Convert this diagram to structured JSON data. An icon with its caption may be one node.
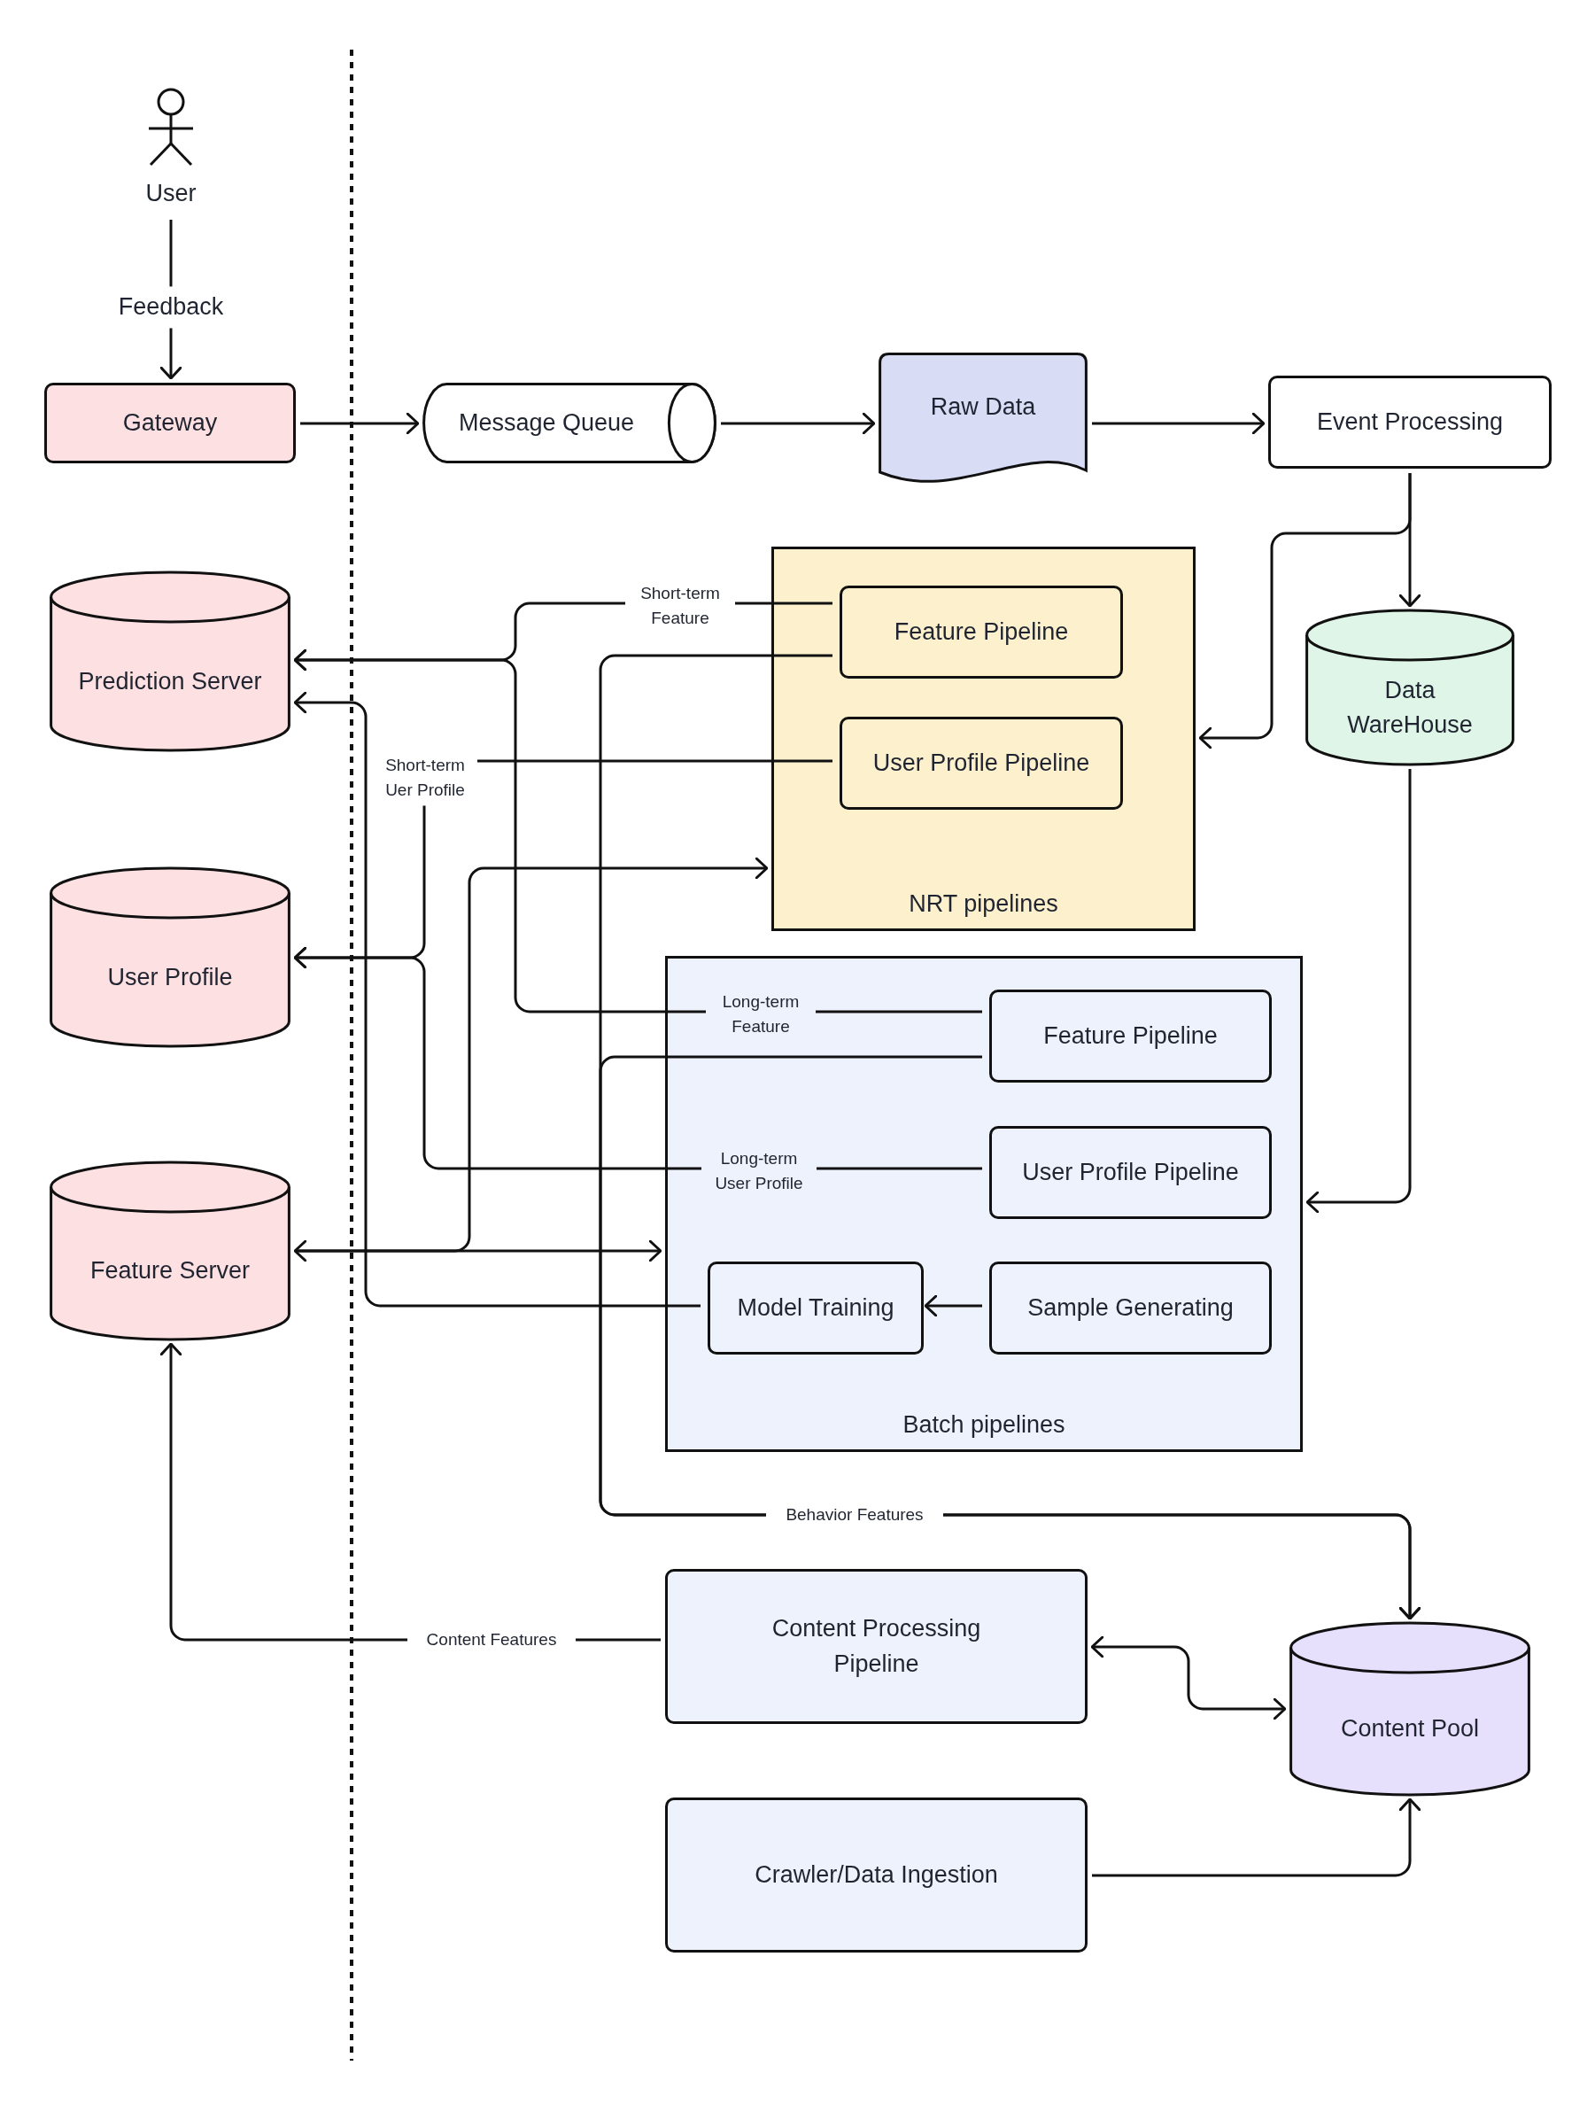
{
  "diagram": {
    "nodes": [
      {
        "text": [
          "User"
        ]
      },
      {
        "text": [
          "Gateway"
        ]
      },
      {
        "text": [
          "Message Queue"
        ]
      },
      {
        "text": [
          "Raw Data"
        ]
      },
      {
        "text": [
          "Event Processing"
        ]
      },
      {
        "text": [
          "NRT pipelines"
        ]
      },
      {
        "text": [
          "Feature Pipeline"
        ],
        "in": 5
      },
      {
        "text": [
          "User Profile Pipeline"
        ],
        "in": 5
      },
      {
        "text": [
          "Data WareHouse"
        ]
      },
      {
        "text": [
          "Prediction Server"
        ]
      },
      {
        "text": [
          "User Profile"
        ]
      },
      {
        "text": [
          "Batch pipelines"
        ]
      },
      {
        "text": [
          "Feature Pipeline"
        ],
        "in": 11
      },
      {
        "text": [
          "User Profile Pipeline"
        ],
        "in": 11
      },
      {
        "text": [
          "Model Training"
        ],
        "in": 11
      },
      {
        "text": [
          "Sample Generating"
        ],
        "in": 11
      },
      {
        "text": [
          "Feature Server"
        ]
      },
      {
        "text": [
          "Content Processing Pipeline"
        ]
      },
      {
        "text": [
          "Content Pool"
        ]
      },
      {
        "text": [
          "Crawler/Data Ingestion"
        ]
      }
    ],
    "edges": [
      {
        "from": 0,
        "to": 1,
        "arrow": "to",
        "label": "Feedback"
      },
      {
        "from": 1,
        "to": 2,
        "arrow": "to"
      },
      {
        "from": 2,
        "to": 3,
        "arrow": "to"
      },
      {
        "from": 3,
        "to": 4,
        "arrow": "to"
      },
      {
        "from": 4,
        "to": 8,
        "arrow": "to"
      },
      {
        "from": 4,
        "to": 5,
        "arrow": "to"
      },
      {
        "from": 8,
        "to": 11,
        "arrow": "to"
      },
      {
        "from": 6,
        "to": 9,
        "arrow": "to",
        "label": "Short-term Feature"
      },
      {
        "from": 12,
        "to": 9,
        "arrow": "to",
        "label": "Long-term Feature"
      },
      {
        "from": 6,
        "to": 18,
        "arrow": "to",
        "label": "Behavior Features"
      },
      {
        "from": 12,
        "to": 18,
        "arrow": "to"
      },
      {
        "from": 7,
        "to": 10,
        "arrow": "to",
        "label": "Short-term Uer Profile"
      },
      {
        "from": 13,
        "to": 10,
        "arrow": "to",
        "label": "Long-term User Profile"
      },
      {
        "from": 16,
        "to": 11,
        "arrow": "both"
      },
      {
        "from": 16,
        "to": 5,
        "arrow": "to"
      },
      {
        "from": 14,
        "to": 9,
        "arrow": "to"
      },
      {
        "from": 15,
        "to": 14,
        "arrow": "to"
      },
      {
        "from": 17,
        "to": 16,
        "arrow": "to",
        "label": "Content Features"
      },
      {
        "from": 17,
        "to": 18,
        "arrow": "both"
      },
      {
        "from": 19,
        "to": 18,
        "arrow": "to"
      }
    ]
  }
}
